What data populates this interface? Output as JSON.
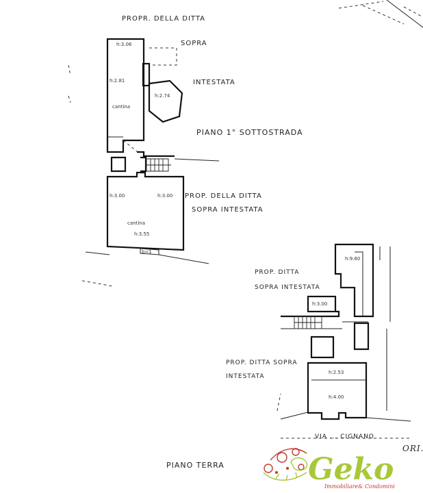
{
  "labels": {
    "top_owner": "PROPR. DELLA DITTA",
    "sopra": "SOPRA",
    "intestata": "INTESTATA",
    "floor_basement": "PIANO 1° SOTTOSTRADA",
    "mid_owner": "PROP. DELLA DITTA",
    "mid_sopra_intestata": "SOPRA INTESTATA",
    "right_owner": "PROP. DITTA",
    "right_sopra_intestata": "SOPRA INTESTATA",
    "lower_owner": "PROP. DITTA SOPRA",
    "lower_intestata": "INTESTATA",
    "floor_ground": "PIANO TERRA",
    "ori": "ORI.",
    "bottom_street": "VIA ... CIGNANO"
  },
  "rooms": {
    "cantina_top": "cantina",
    "h_top": "h:3.06",
    "h_left": "h:2.81",
    "h_side": "h:2.74",
    "cantina_bottom": "cantina",
    "h_bottom": "h:3.55",
    "h_bottom_left": "h:3.00",
    "h_bottom_right": "h:3.00",
    "h_tower": "h:9.60",
    "h_small": "h:3.00",
    "h_shop": "h:2.53",
    "h_shop2": "h:4.00",
    "door_mark": "b=1"
  },
  "logo": {
    "brand": "Geko",
    "tagline": "Immobiliare& Condomini",
    "brand_color": "#a8c83a",
    "accent_color": "#c0392b"
  }
}
